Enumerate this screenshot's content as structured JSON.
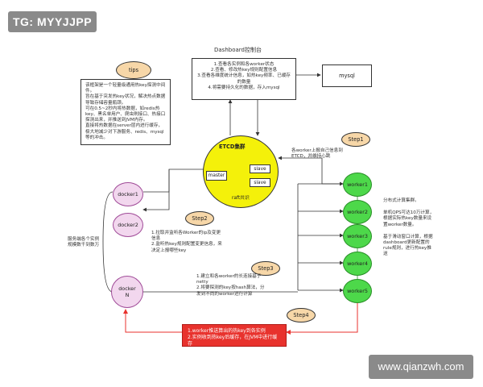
{
  "watermark_top": "TG: MYYJJPP",
  "watermark_bottom": "www.qianzwh.com",
  "title": "Dashboard控制台",
  "dashboard_lines": [
    "1.查看各实例和各worker状态",
    "2.查看、修改热key规则配置信息",
    "3.查看各维度统计信息，如热key频率、已缓存的数量",
    "4.将需要持久化的数据，存入mysql"
  ],
  "mysql": "mysql",
  "tips": {
    "label": "tips",
    "lines": [
      "该框架是一个轻量级通用热key探测中间件。",
      "旨在基于突发热key状况，解决热点数据导致存储容量瓶颈。",
      "可在0.5~2秒内将热数据，如redis热key、黑名单用户、爬虫刷接口、热接口探测出来，并推送到JVM内存。",
      "直接将热数据在server层内进行缓存，极大地减少对下游服务、redis、mysql等的冲击。"
    ]
  },
  "etcd": {
    "title": "ETCD集群",
    "master": "master",
    "slave1": "slave",
    "slave2": "slave",
    "raft": "raft共识"
  },
  "step1": {
    "label": "Step1",
    "desc": [
      "各worker上报自己信息到",
      "ETCD，并维持心跳"
    ]
  },
  "step2": {
    "label": "Step2",
    "desc": [
      "1.拉取并监听各Worker的ip及变更信息",
      "2.监听热key规则配置变更信息，来决定上报哪些key"
    ]
  },
  "step3": {
    "label": "Step3",
    "desc": [
      "1.建立和各worker的长连接基于netty",
      "2.将要探测的key按hash算法，分发到不同的worker进行计算"
    ]
  },
  "step4": {
    "label": "Step4"
  },
  "red_box": [
    "1.worker推送算出的热key到各实例",
    "2.实例收到热key后缓存，在JVM中进行缓存"
  ],
  "dockers": [
    "docker1",
    "docker2",
    "docker\nN"
  ],
  "docker_side": [
    "服务端各个实例",
    "规模数千到数万"
  ],
  "workers": [
    "worker1",
    "worker2",
    "worker3",
    "worker4",
    "worker5"
  ],
  "worker_notes": [
    "分布式计算集群。",
    "单机QPS可达10万计算，根据实际热key数量来设置worker数量。",
    "基于滑动窗口计算，根据dashboard更新配置的rule规则，进行热key推送"
  ]
}
